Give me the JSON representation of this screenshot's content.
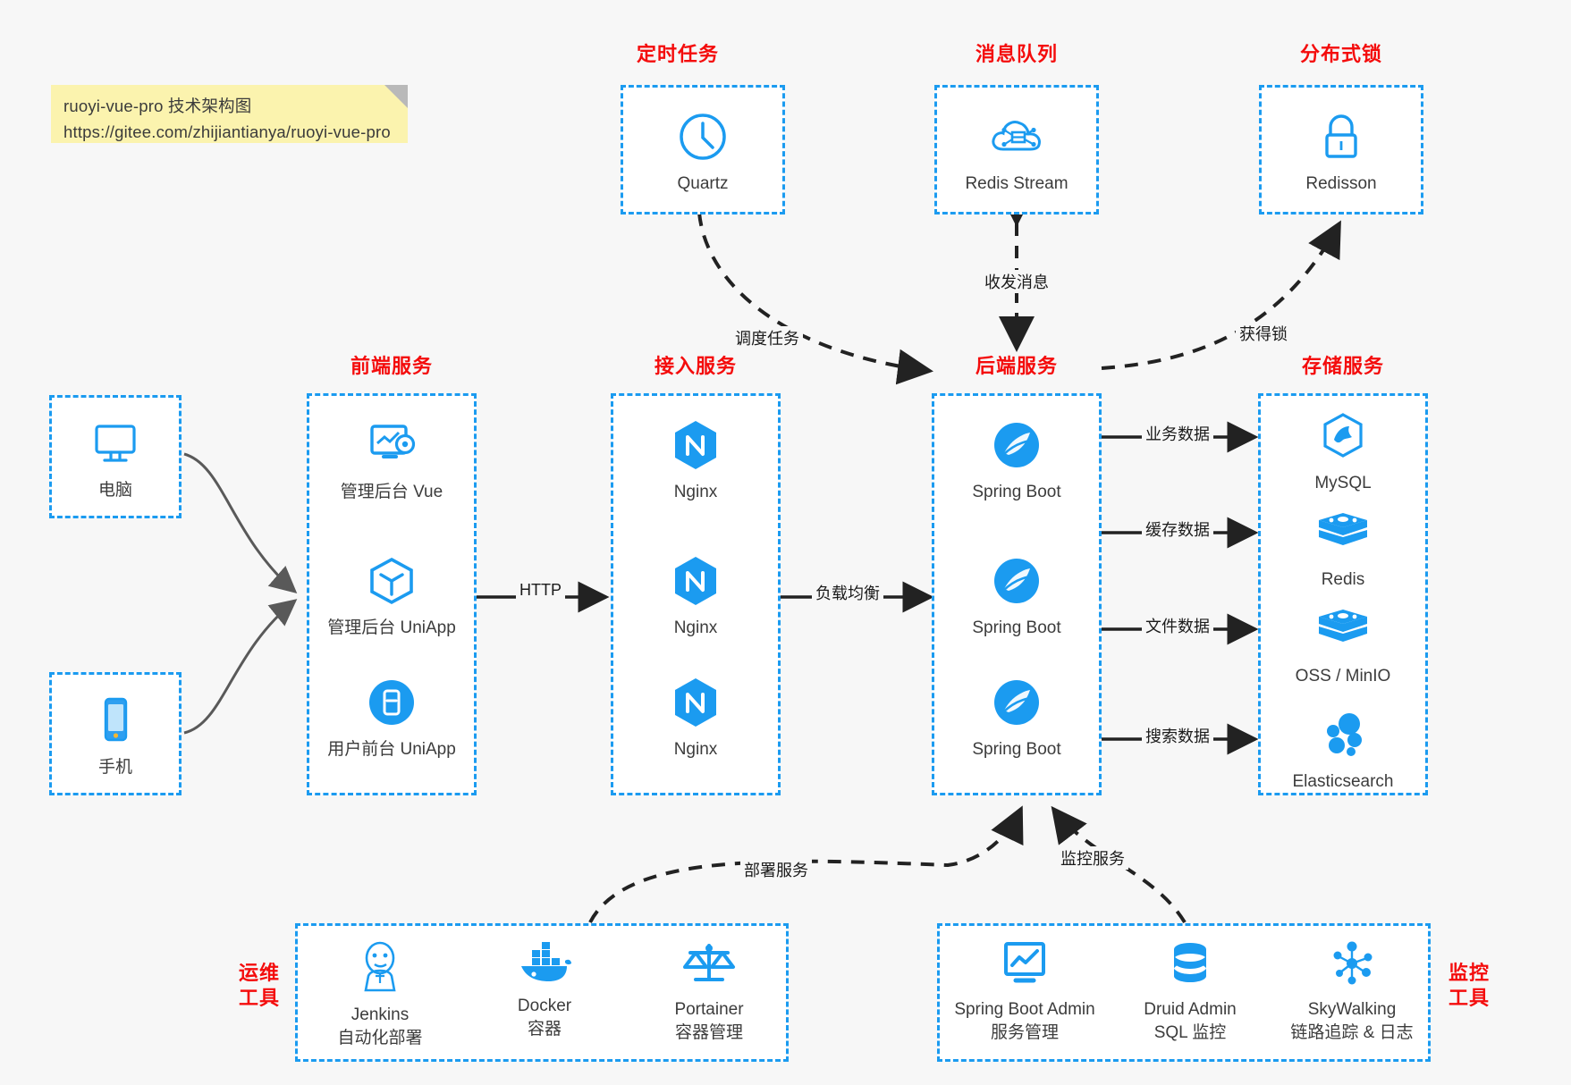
{
  "note": {
    "line1": "ruoyi-vue-pro 技术架构图",
    "line2": "https://gitee.com/zhijiantianya/ruoyi-vue-pro"
  },
  "colors": {
    "accent_blue": "#1b9bf0",
    "caption_red": "#f40c0c",
    "background": "#f7f7f7",
    "note_yellow": "#fbf3ae",
    "arrow_gray": "#595959",
    "arrow_black": "#222222"
  },
  "groups": {
    "scheduled_task": {
      "caption": "定时任务",
      "items": [
        {
          "label": "Quartz",
          "icon": "clock-icon"
        }
      ]
    },
    "message_queue": {
      "caption": "消息队列",
      "items": [
        {
          "label": "Redis Stream",
          "icon": "cloud-stream-icon"
        }
      ]
    },
    "distributed_lock": {
      "caption": "分布式锁",
      "items": [
        {
          "label": "Redisson",
          "icon": "lock-icon"
        }
      ]
    },
    "clients": {
      "items": [
        {
          "label": "电脑",
          "icon": "desktop-icon"
        },
        {
          "label": "手机",
          "icon": "mobile-icon"
        }
      ]
    },
    "frontend": {
      "caption": "前端服务",
      "items": [
        {
          "label": "管理后台 Vue",
          "icon": "dashboard-icon"
        },
        {
          "label": "管理后台 UniApp",
          "icon": "cube-icon"
        },
        {
          "label": "用户前台 UniApp",
          "icon": "app-window-icon"
        }
      ]
    },
    "gateway": {
      "caption": "接入服务",
      "items": [
        {
          "label": "Nginx",
          "icon": "nginx-icon"
        },
        {
          "label": "Nginx",
          "icon": "nginx-icon"
        },
        {
          "label": "Nginx",
          "icon": "nginx-icon"
        }
      ]
    },
    "backend": {
      "caption": "后端服务",
      "items": [
        {
          "label": "Spring Boot",
          "icon": "spring-boot-icon"
        },
        {
          "label": "Spring Boot",
          "icon": "spring-boot-icon"
        },
        {
          "label": "Spring Boot",
          "icon": "spring-boot-icon"
        }
      ]
    },
    "storage": {
      "caption": "存储服务",
      "items": [
        {
          "label": "MySQL",
          "icon": "mysql-icon"
        },
        {
          "label": "Redis",
          "icon": "redis-icon"
        },
        {
          "label": "OSS / MinIO",
          "icon": "oss-icon"
        },
        {
          "label": "Elasticsearch",
          "icon": "elasticsearch-icon"
        }
      ]
    },
    "devops": {
      "caption_line1": "运维",
      "caption_line2": "工具",
      "items": [
        {
          "name": "Jenkins",
          "desc": "自动化部署",
          "icon": "jenkins-icon"
        },
        {
          "name": "Docker",
          "desc": "容器",
          "icon": "docker-icon"
        },
        {
          "name": "Portainer",
          "desc": "容器管理",
          "icon": "scales-icon"
        }
      ]
    },
    "monitoring": {
      "caption_line1": "监控",
      "caption_line2": "工具",
      "items": [
        {
          "name": "Spring Boot Admin",
          "desc": "服务管理",
          "icon": "monitor-chart-icon"
        },
        {
          "name": "Druid Admin",
          "desc": "SQL 监控",
          "icon": "database-icon"
        },
        {
          "name": "SkyWalking",
          "desc": "链路追踪 & 日志",
          "icon": "skywalking-icon"
        }
      ]
    }
  },
  "edges": [
    {
      "id": "schedule-task",
      "label": "调度任务",
      "from": "定时任务",
      "to": "后端服务"
    },
    {
      "id": "send-receive-message",
      "label": "收发消息",
      "from": "消息队列",
      "to": "后端服务"
    },
    {
      "id": "acquire-lock",
      "label": "获得锁",
      "from": "后端服务",
      "to": "分布式锁"
    },
    {
      "id": "http",
      "label": "HTTP",
      "from": "前端服务",
      "to": "接入服务"
    },
    {
      "id": "load-balance",
      "label": "负载均衡",
      "from": "接入服务",
      "to": "后端服务"
    },
    {
      "id": "business-data",
      "label": "业务数据",
      "from": "后端服务",
      "to": "MySQL"
    },
    {
      "id": "cache-data",
      "label": "缓存数据",
      "from": "后端服务",
      "to": "Redis"
    },
    {
      "id": "file-data",
      "label": "文件数据",
      "from": "后端服务",
      "to": "OSS / MinIO"
    },
    {
      "id": "search-data",
      "label": "搜索数据",
      "from": "后端服务",
      "to": "Elasticsearch"
    },
    {
      "id": "deploy-service",
      "label": "部署服务",
      "from": "运维工具",
      "to": "后端服务"
    },
    {
      "id": "monitor-service",
      "label": "监控服务",
      "from": "监控工具",
      "to": "后端服务"
    }
  ]
}
